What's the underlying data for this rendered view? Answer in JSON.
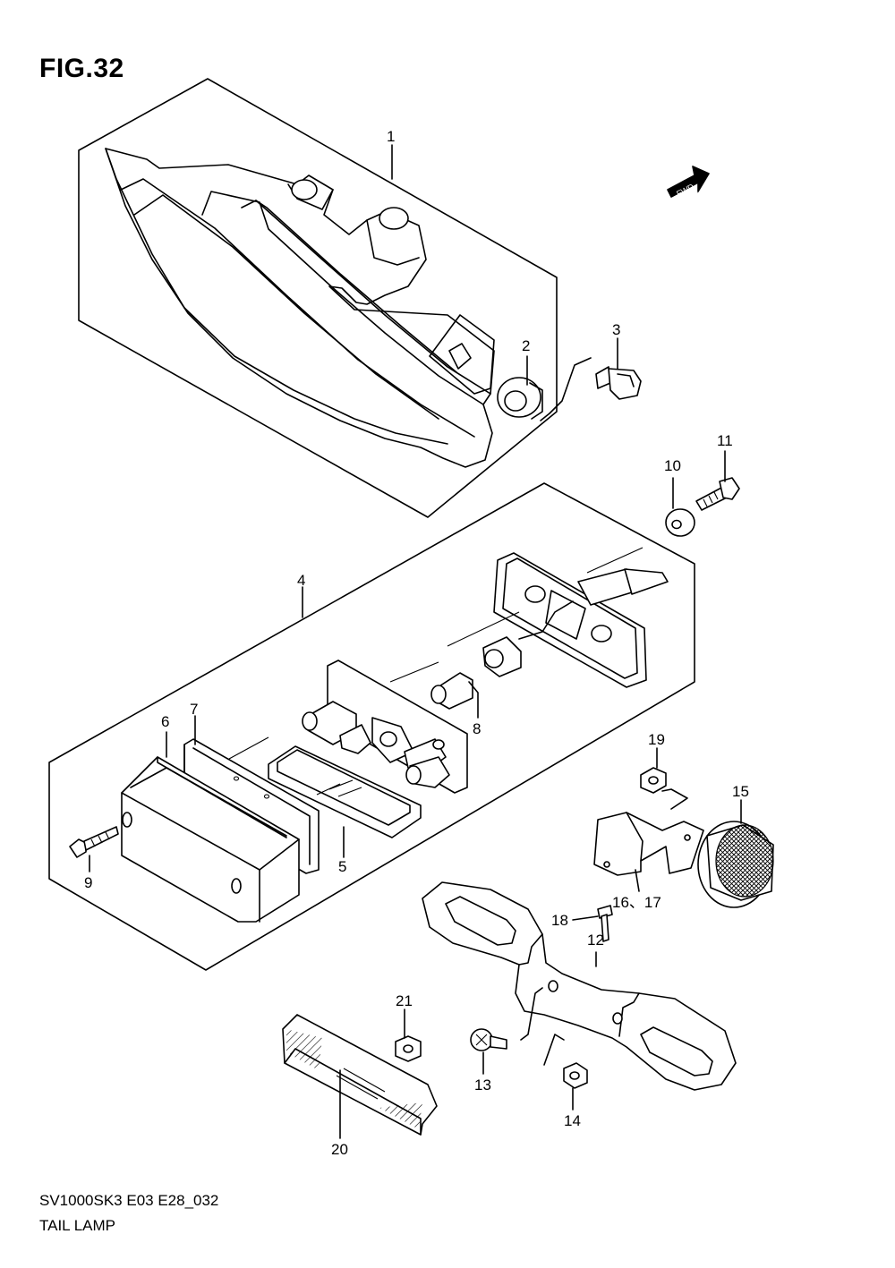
{
  "figure": {
    "title": "FIG.32",
    "model_code": "SV1000SK3 E03 E28_032",
    "name": "TAIL LAMP"
  },
  "fwd_marker": {
    "label": "FWD"
  },
  "callouts": [
    {
      "id": "1",
      "text": "1"
    },
    {
      "id": "2",
      "text": "2"
    },
    {
      "id": "3",
      "text": "3"
    },
    {
      "id": "4",
      "text": "4"
    },
    {
      "id": "5",
      "text": "5"
    },
    {
      "id": "6",
      "text": "6"
    },
    {
      "id": "7",
      "text": "7"
    },
    {
      "id": "8",
      "text": "8"
    },
    {
      "id": "9",
      "text": "9"
    },
    {
      "id": "10",
      "text": "10"
    },
    {
      "id": "11",
      "text": "11"
    },
    {
      "id": "12",
      "text": "12"
    },
    {
      "id": "13",
      "text": "13"
    },
    {
      "id": "14",
      "text": "14"
    },
    {
      "id": "15",
      "text": "15"
    },
    {
      "id": "16-17",
      "text": "16、17"
    },
    {
      "id": "18",
      "text": "18"
    },
    {
      "id": "19",
      "text": "19"
    },
    {
      "id": "20",
      "text": "20"
    },
    {
      "id": "21",
      "text": "21"
    }
  ]
}
